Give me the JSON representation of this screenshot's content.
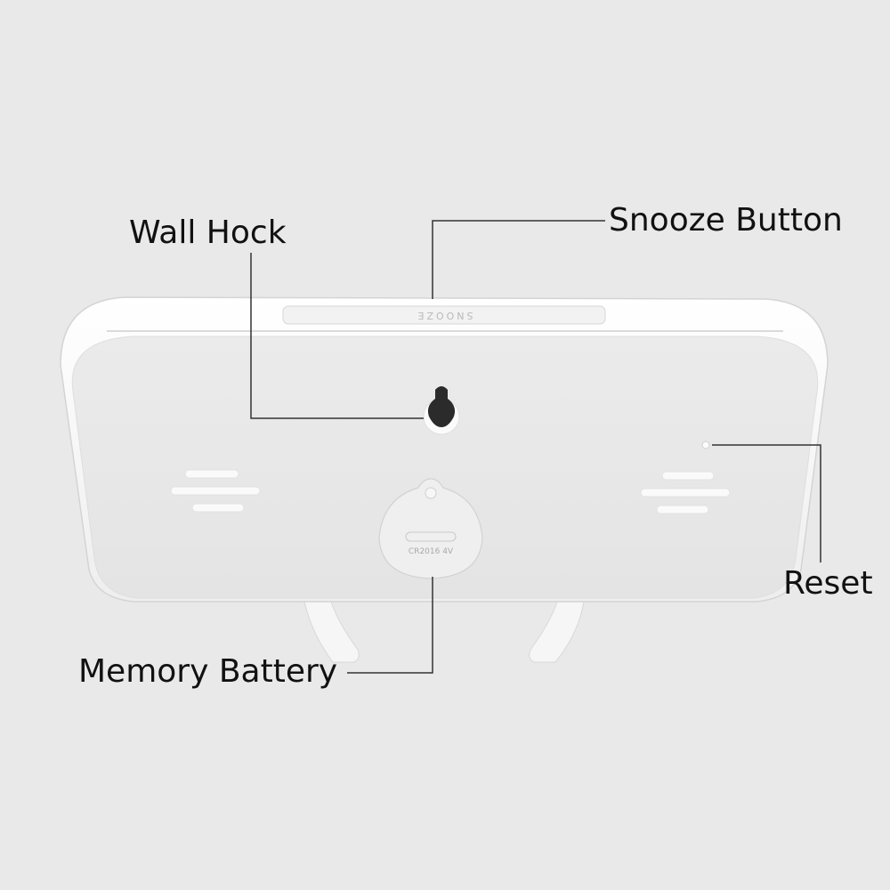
{
  "callouts": {
    "wall_hook": "Wall Hock",
    "snooze_button": "Snooze Button",
    "reset": "Reset",
    "memory_battery": "Memory Battery"
  },
  "device": {
    "snooze_engraving": "SNOOZE",
    "battery_cover_text": "CR2016 4V"
  },
  "colors": {
    "background": "#e9e9ea",
    "device_body": "#f4f4f4",
    "device_back": "#ececec",
    "leader_line": "#333333"
  }
}
